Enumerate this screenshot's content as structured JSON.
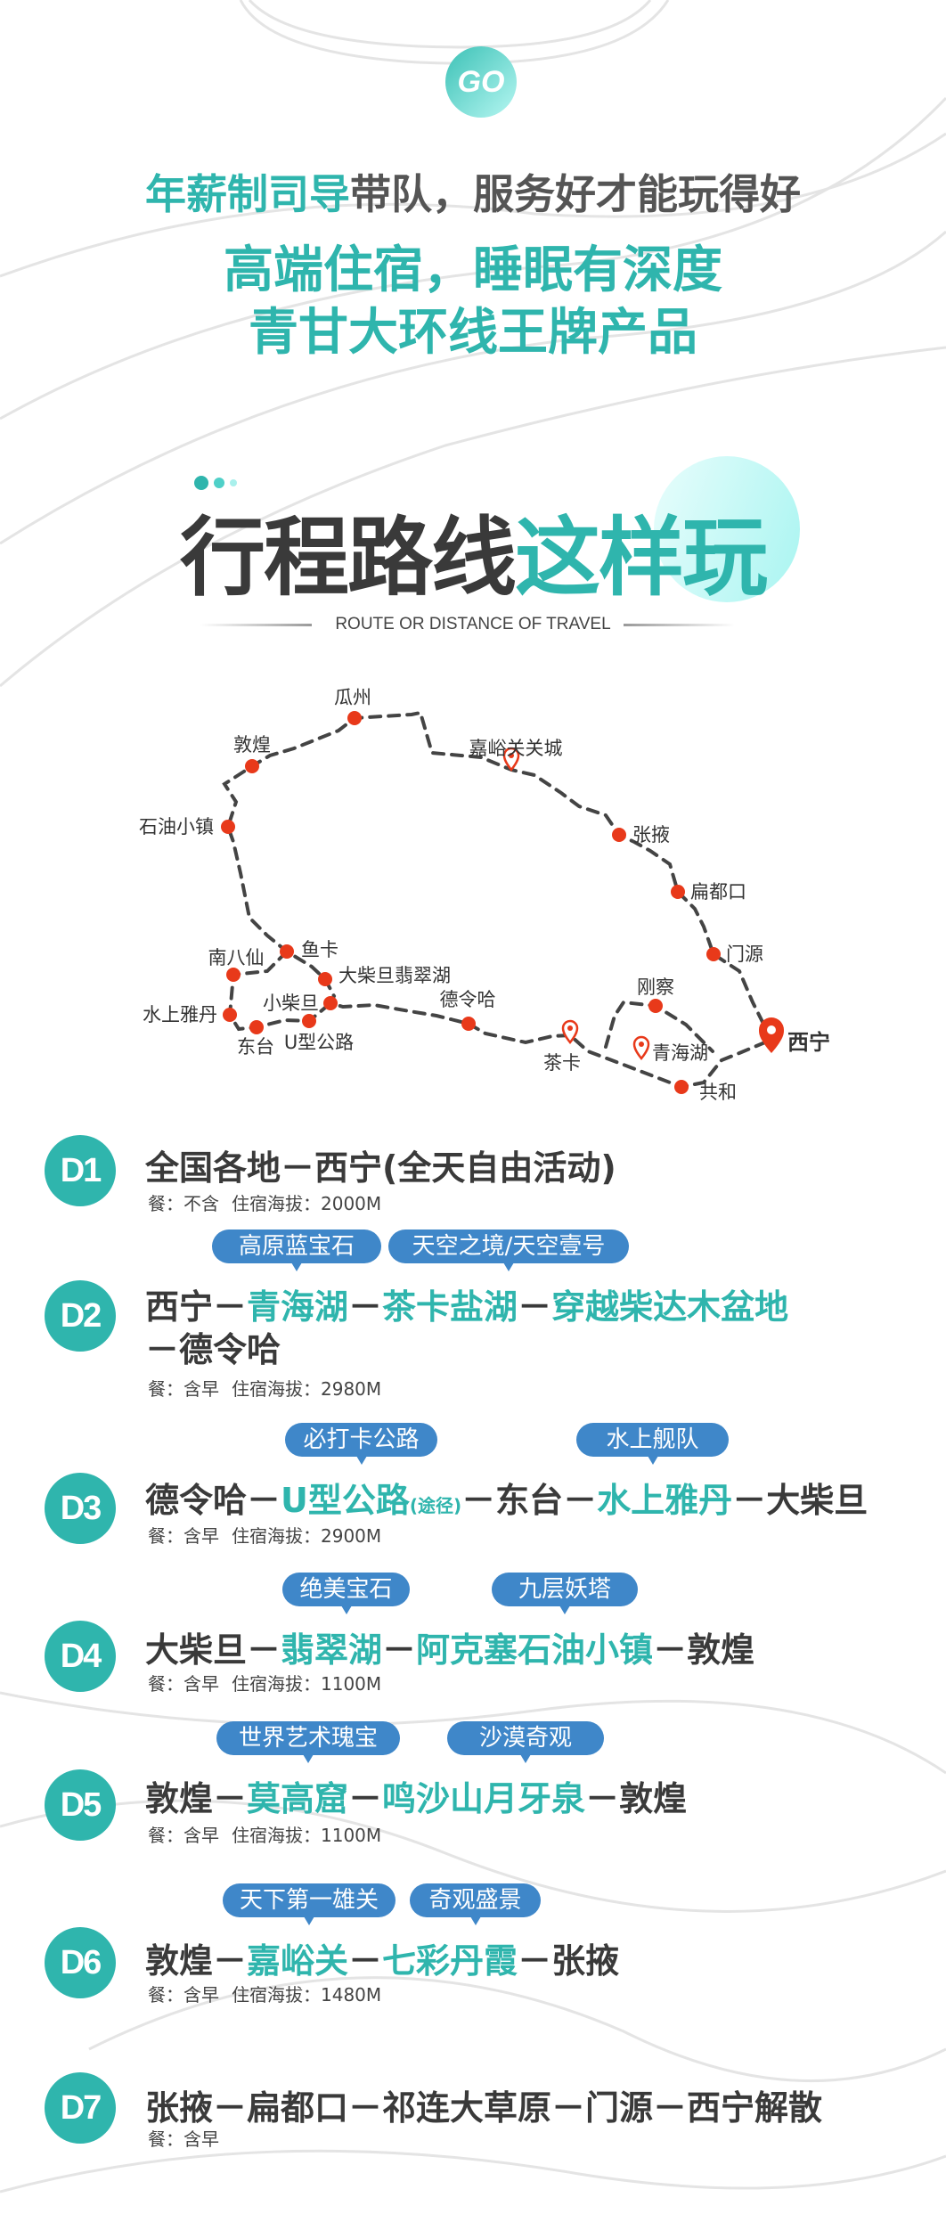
{
  "header": {
    "go_badge": "GO",
    "line1_highlight": "年薪制司导",
    "line1_rest": "带队，服务好才能玩得好",
    "line2": "高端住宿，睡眠有深度",
    "line3": "青甘大环线王牌产品"
  },
  "section": {
    "title_dark": "行程路线",
    "title_teal": "这样玩",
    "subtitle": "ROUTE OR DISTANCE OF TRAVEL"
  },
  "map": {
    "places": [
      "瓜州",
      "敦煌",
      "嘉峪关关城",
      "石油小镇",
      "张掖",
      "扁都口",
      "门源",
      "西宁",
      "刚察",
      "青海湖",
      "共和",
      "茶卡",
      "德令哈",
      "鱼卡",
      "南八仙",
      "大柴旦翡翠湖",
      "小柴旦",
      "水上雅丹",
      "东台",
      "U型公路"
    ],
    "dot_color": "#e8391a",
    "route_color": "#444444"
  },
  "colors": {
    "teal": "#2fb5ad",
    "tag_blue": "#3f87c9",
    "text": "#3a3a3a"
  },
  "days": [
    {
      "badge": "D1",
      "segments": [
        {
          "t": "全国各地－西宁(全天自由活动)"
        }
      ],
      "meal": "餐：不含",
      "altitude": "住宿海拔：2000M",
      "tags": []
    },
    {
      "badge": "D2",
      "segments": [
        {
          "t": "西宁－"
        },
        {
          "t": "青海湖",
          "hl": true
        },
        {
          "t": "－"
        },
        {
          "t": "茶卡盐湖",
          "hl": true
        },
        {
          "t": "－"
        },
        {
          "t": "穿越柴达木盆地",
          "hl": true
        }
      ],
      "line2": "－德令哈",
      "meal": "餐：含早",
      "altitude": "住宿海拔：2980M",
      "tags": [
        "高原蓝宝石",
        "天空之境/天空壹号"
      ]
    },
    {
      "badge": "D3",
      "segments": [
        {
          "t": "德令哈－"
        },
        {
          "t": "U型公路",
          "hl": true
        },
        {
          "t": "(途径)",
          "sm": true
        },
        {
          "t": "－东台－"
        },
        {
          "t": "水上雅丹",
          "hl": true
        },
        {
          "t": "－大柴旦"
        }
      ],
      "meal": "餐：含早",
      "altitude": "住宿海拔：2900M",
      "tags": [
        "必打卡公路",
        "水上舰队"
      ]
    },
    {
      "badge": "D4",
      "segments": [
        {
          "t": "大柴旦－"
        },
        {
          "t": "翡翠湖",
          "hl": true
        },
        {
          "t": "－"
        },
        {
          "t": "阿克塞石油小镇",
          "hl": true
        },
        {
          "t": "－敦煌"
        }
      ],
      "meal": "餐：含早",
      "altitude": "住宿海拔：1100M",
      "tags": [
        "绝美宝石",
        "九层妖塔"
      ]
    },
    {
      "badge": "D5",
      "segments": [
        {
          "t": "敦煌－"
        },
        {
          "t": "莫高窟",
          "hl": true
        },
        {
          "t": "－"
        },
        {
          "t": "鸣沙山月牙泉",
          "hl": true
        },
        {
          "t": "－敦煌"
        }
      ],
      "meal": "餐：含早",
      "altitude": "住宿海拔：1100M",
      "tags": [
        "世界艺术瑰宝",
        "沙漠奇观"
      ]
    },
    {
      "badge": "D6",
      "segments": [
        {
          "t": "敦煌－"
        },
        {
          "t": "嘉峪关",
          "hl": true
        },
        {
          "t": "－"
        },
        {
          "t": "七彩丹霞",
          "hl": true
        },
        {
          "t": "－张掖"
        }
      ],
      "meal": "餐：含早",
      "altitude": "住宿海拔：1480M",
      "tags": [
        "天下第一雄关",
        "奇观盛景"
      ]
    },
    {
      "badge": "D7",
      "segments": [
        {
          "t": "张掖－扁都口－祁连大草原－门源－西宁解散"
        }
      ],
      "meal": "餐：含早",
      "tags": []
    }
  ]
}
